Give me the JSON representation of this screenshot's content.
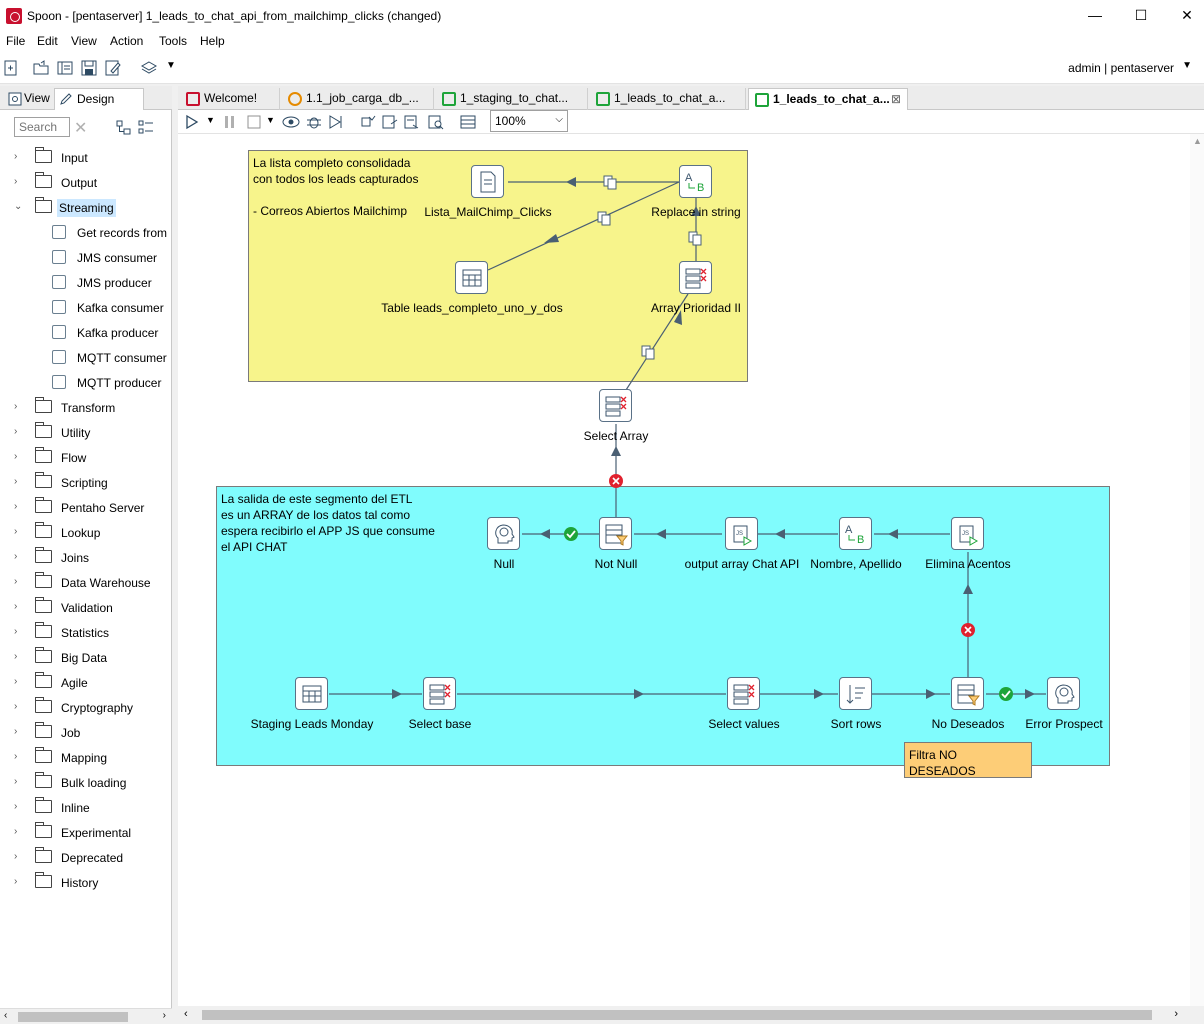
{
  "window": {
    "title": "Spoon - [pentaserver] 1_leads_to_chat_api_from_mailchimp_clicks (changed)",
    "minimize": "—",
    "maximize": "☐",
    "close": "✕"
  },
  "menu": [
    "File",
    "Edit",
    "View",
    "Action",
    "Tools",
    "Help"
  ],
  "user": {
    "label": "admin  |  pentaserver"
  },
  "left_panel": {
    "tabs": [
      "View",
      "Design"
    ],
    "search_placeholder": "Search",
    "tree": [
      {
        "label": "Input",
        "expanded": false
      },
      {
        "label": "Output",
        "expanded": false
      },
      {
        "label": "Streaming",
        "expanded": true,
        "selected": true
      },
      {
        "label": "Get records from",
        "child": true,
        "icon": "stream-icon"
      },
      {
        "label": "JMS consumer",
        "child": true,
        "icon": "jms-consumer-icon"
      },
      {
        "label": "JMS producer",
        "child": true,
        "icon": "jms-producer-icon"
      },
      {
        "label": "Kafka consumer",
        "child": true,
        "icon": "kafka-consumer-icon"
      },
      {
        "label": "Kafka producer",
        "child": true,
        "icon": "kafka-producer-icon"
      },
      {
        "label": "MQTT consumer",
        "child": true,
        "icon": "mqtt-consumer-icon"
      },
      {
        "label": "MQTT producer",
        "child": true,
        "icon": "mqtt-producer-icon"
      },
      {
        "label": "Transform",
        "expanded": false
      },
      {
        "label": "Utility",
        "expanded": false
      },
      {
        "label": "Flow",
        "expanded": false
      },
      {
        "label": "Scripting",
        "expanded": false
      },
      {
        "label": "Pentaho Server",
        "expanded": false
      },
      {
        "label": "Lookup",
        "expanded": false
      },
      {
        "label": "Joins",
        "expanded": false
      },
      {
        "label": "Data Warehouse",
        "expanded": false
      },
      {
        "label": "Validation",
        "expanded": false
      },
      {
        "label": "Statistics",
        "expanded": false
      },
      {
        "label": "Big Data",
        "expanded": false
      },
      {
        "label": "Agile",
        "expanded": false
      },
      {
        "label": "Cryptography",
        "expanded": false
      },
      {
        "label": "Job",
        "expanded": false
      },
      {
        "label": "Mapping",
        "expanded": false
      },
      {
        "label": "Bulk loading",
        "expanded": false
      },
      {
        "label": "Inline",
        "expanded": false
      },
      {
        "label": "Experimental",
        "expanded": false
      },
      {
        "label": "Deprecated",
        "expanded": false
      },
      {
        "label": "History",
        "expanded": false
      }
    ]
  },
  "editor_tabs": [
    {
      "label": "Welcome!",
      "icon": "welcome"
    },
    {
      "label": "1.1_job_carga_db_...",
      "icon": "job"
    },
    {
      "label": "1_staging_to_chat...",
      "icon": "trans"
    },
    {
      "label": "1_leads_to_chat_a...",
      "icon": "trans"
    },
    {
      "label": "1_leads_to_chat_a...",
      "icon": "trans",
      "active": true
    }
  ],
  "zoom": "100%",
  "notes": {
    "yellow": "La lista completo consolidada\ncon todos los leads capturados\n\n- Correos Abiertos Mailchimp",
    "cyan": "La salida de este segmento del ETL\nes un ARRAY de los datos tal como\nespera recibirlo el APP JS que consume\nel API CHAT",
    "orange": "Filtra NO DESEADOS"
  },
  "steps": {
    "lista": "Lista_MailChimp_Clicks",
    "replace": "Replace in string",
    "table": "Table leads_completo_uno_y_dos",
    "array_prio": "Array Prioridad II",
    "select_array": "Select Array",
    "null": "Null",
    "not_null": "Not Null",
    "output_array": "output array Chat API",
    "nombre": "Nombre, Apellido",
    "elimina": "Elimina Acentos",
    "staging": "Staging Leads Monday",
    "select_base": "Select base",
    "select_values": "Select values",
    "sort_rows": "Sort rows",
    "no_deseados": "No Deseados",
    "error_prospect": "Error Prospect"
  },
  "colors": {
    "note_yellow": "#f7f48b",
    "note_cyan": "#80fcfd",
    "note_orange": "#fdcd77",
    "hop": "#4a5f73",
    "error": "#e0212e",
    "ok": "#1ea43a"
  }
}
